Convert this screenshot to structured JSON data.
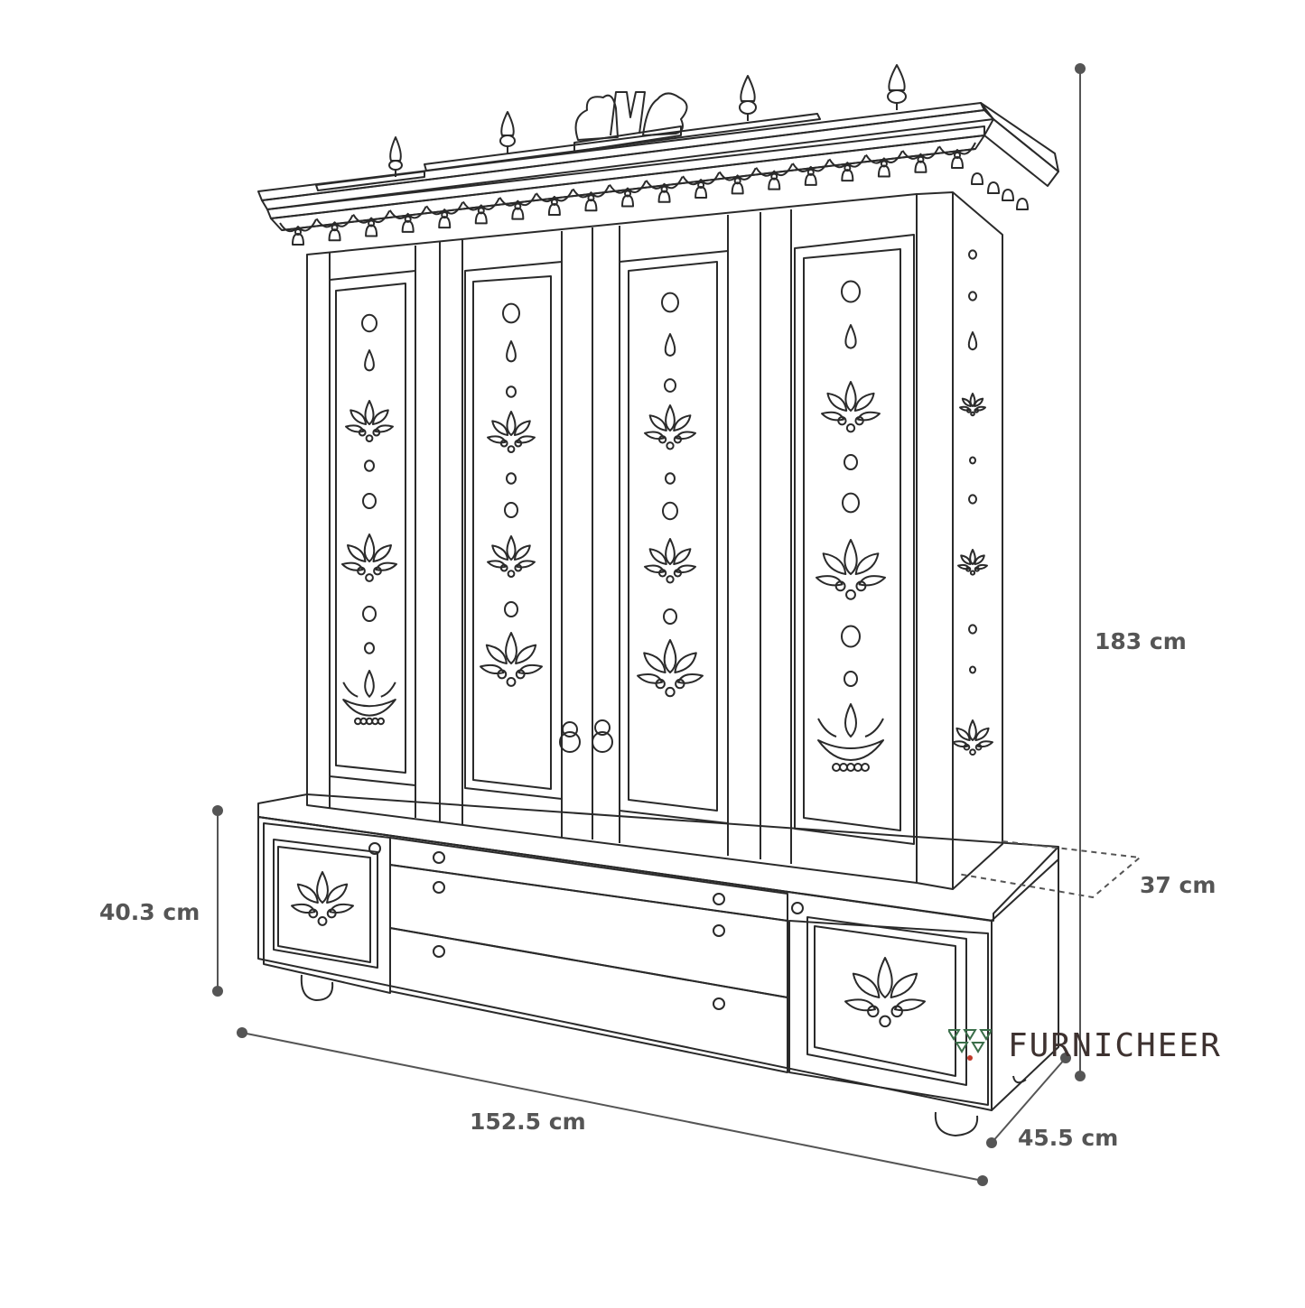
{
  "dimensions": {
    "height": "183 cm",
    "width": "152.5 cm",
    "depth": "45.5 cm",
    "base_height": "40.3 cm",
    "inner_depth": "37 cm"
  },
  "brand": {
    "name": "FURNICHEER",
    "logo_color": "#3b6e4a",
    "logo_dot_color": "#c0392b"
  },
  "colors": {
    "line": "#2a2a2a",
    "dimension_line": "#555555"
  }
}
